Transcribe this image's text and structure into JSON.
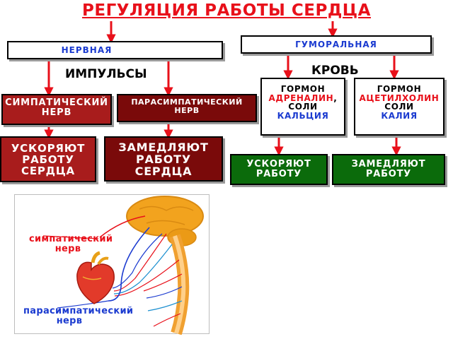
{
  "title": "РЕГУЛЯЦИЯ РАБОТЫ СЕРДЦА",
  "branches": {
    "nervous": "НЕРВНАЯ",
    "humoral": "ГУМОРАЛЬНАЯ"
  },
  "labels": {
    "impulses": "ИМПУЛЬСЫ",
    "blood": "КРОВЬ"
  },
  "nerves": {
    "sympathetic": "СИМПАТИЧЕСКИЙ НЕРВ",
    "parasympathetic": "ПАРАСИМПАТИЧЕСКИЙ НЕРВ"
  },
  "effects_nervous": {
    "accelerate": "УСКОРЯЮТ РАБОТУ СЕРДЦА",
    "slow": "ЗАМЕДЛЯЮТ РАБОТУ СЕРДЦА"
  },
  "hormones": {
    "left": {
      "heading": "ГОРМОН",
      "name": "АДРЕНАЛИН",
      "salts_word": ", СОЛИ",
      "salts_name": "КАЛЬЦИЯ"
    },
    "right": {
      "heading": "ГОРМОН",
      "name": "АЦЕТИЛХОЛИН",
      "salts_word": "СОЛИ",
      "salts_name": "КАЛИЯ"
    }
  },
  "effects_humoral": {
    "accelerate": "УСКОРЯЮТ РАБОТУ",
    "slow": "ЗАМЕДЛЯЮТ РАБОТУ"
  },
  "illustration": {
    "sympathetic_caption": "симпатический нерв",
    "parasympathetic_caption": "парасимпатический нерв"
  },
  "colors": {
    "title": "#e8101a",
    "arrow": "#e8101a",
    "accent_blue": "#1b3bd0",
    "dark_red_box": "#7a0a0a",
    "red_box": "#a81c1c",
    "green_box": "#0b6b0b"
  }
}
